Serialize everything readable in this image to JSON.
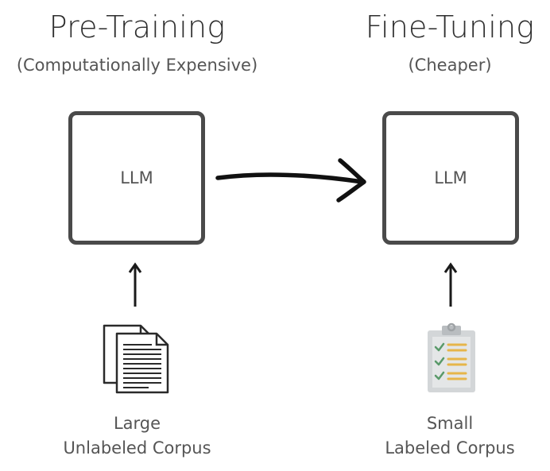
{
  "pretraining": {
    "title": "Pre-Training",
    "subtitle": "(Computationally Expensive)",
    "model_label": "LLM",
    "data_line1": "Large",
    "data_line2": "Unlabeled Corpus",
    "icon": "documents-icon"
  },
  "finetuning": {
    "title": "Fine-Tuning",
    "subtitle": "(Cheaper)",
    "model_label": "LLM",
    "data_line1": "Small",
    "data_line2": "Labeled Corpus",
    "icon": "clipboard-checklist-icon"
  },
  "colors": {
    "box_border": "#4a4a4a",
    "text": "#555555",
    "clipboard": "#cfd2d4",
    "check": "#5a9a6a",
    "line_item": "#e6b54a"
  }
}
